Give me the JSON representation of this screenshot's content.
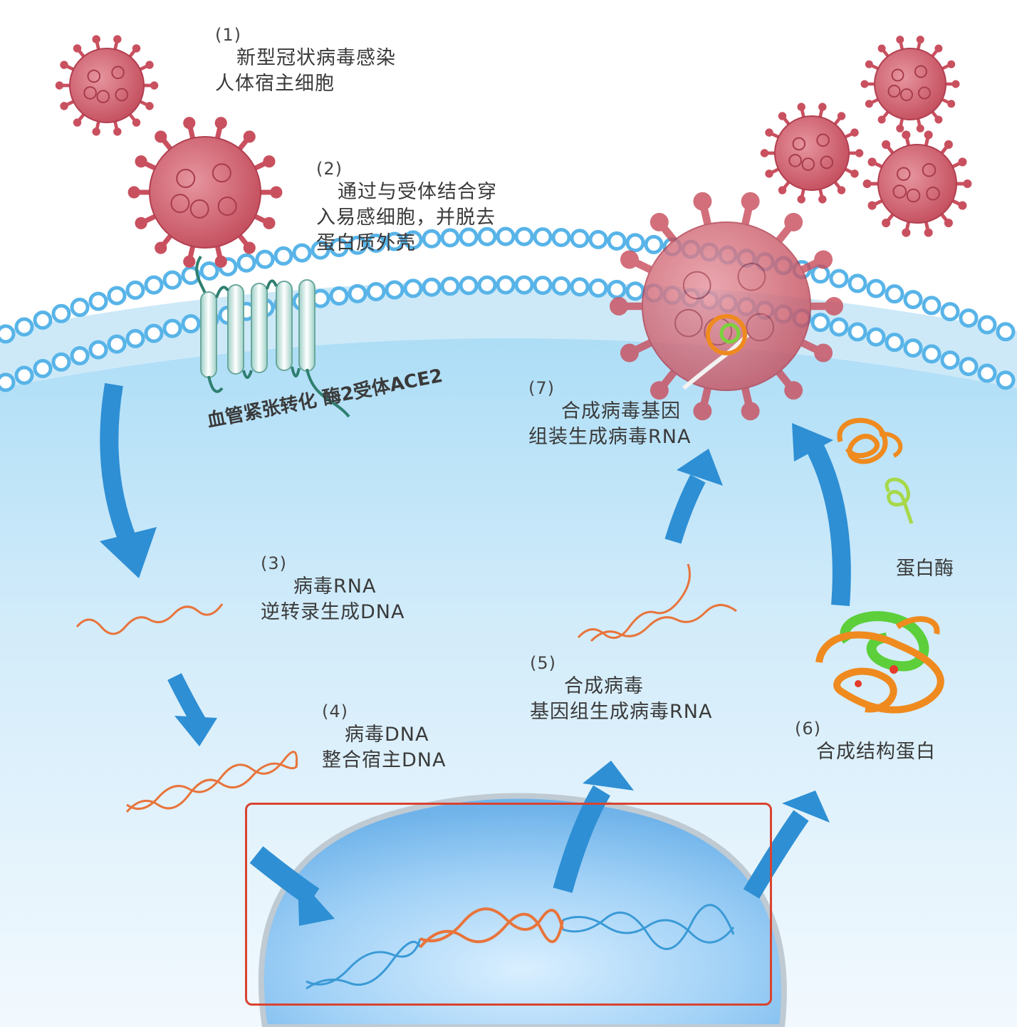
{
  "steps": [
    {
      "num": "(1)",
      "lines": [
        "新型冠状病毒感染",
        "人体宿主细胞"
      ]
    },
    {
      "num": "(2)",
      "lines": [
        "通过与受体结合穿",
        "入易感细胞，并脱去",
        "蛋白质外壳"
      ]
    },
    {
      "num": "(3)",
      "lines": [
        "病毒RNA",
        "逆转录生成DNA"
      ]
    },
    {
      "num": "(4)",
      "lines": [
        "病毒DNA",
        "整合宿主DNA"
      ]
    },
    {
      "num": "(5)",
      "lines": [
        "合成病毒",
        "基因组生成病毒RNA"
      ]
    },
    {
      "num": "(6)",
      "lines": [
        "合成结构蛋白"
      ]
    },
    {
      "num": "(7)",
      "lines": [
        "合成病毒基因",
        "组装生成病毒RNA"
      ]
    }
  ],
  "receptor": {
    "lines": [
      "血管紧张转化",
      "酶2受体ACE2"
    ]
  },
  "enzyme_label": "蛋白酶",
  "colors": {
    "virus": "#c9505f",
    "membrane": "#58b4e8",
    "arrow": "#2e8fd4",
    "rna": "#e8743b",
    "host_dna": "#3a9ad6",
    "highlight": "#d9432f"
  }
}
